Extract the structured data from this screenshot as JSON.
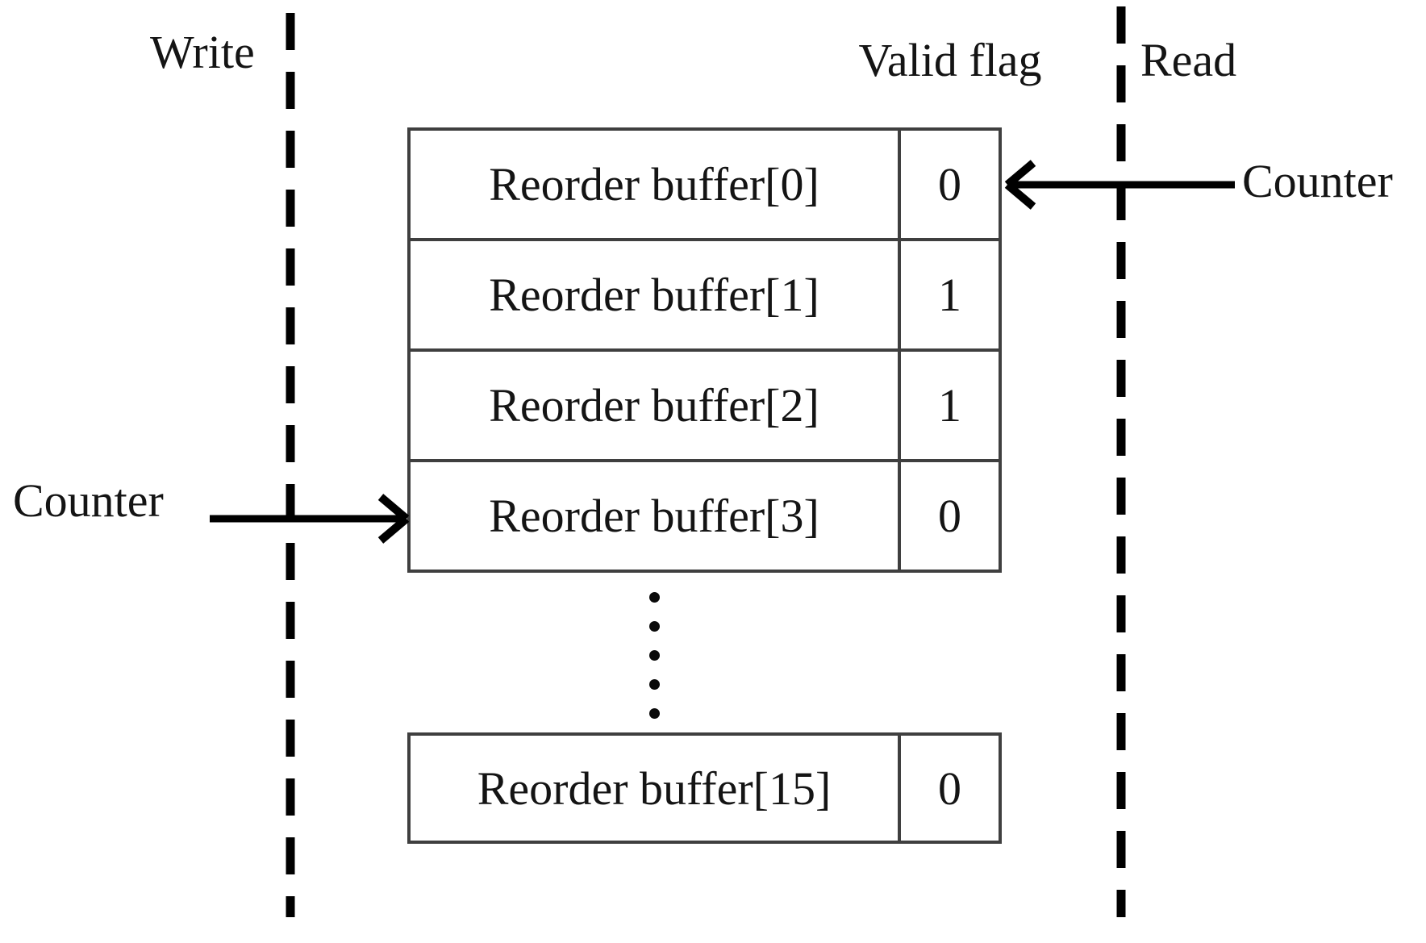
{
  "diagram": {
    "labels": {
      "write": "Write",
      "valid_flag": "Valid flag",
      "read": "Read",
      "counter_left": "Counter",
      "counter_right": "Counter"
    },
    "buffer_table": {
      "rows": [
        {
          "name": "Reorder buffer[0]",
          "valid": "0"
        },
        {
          "name": "Reorder buffer[1]",
          "valid": "1"
        },
        {
          "name": "Reorder buffer[2]",
          "valid": "1"
        },
        {
          "name": "Reorder buffer[3]",
          "valid": "0"
        }
      ],
      "last_row": {
        "name": "Reorder buffer[15]",
        "valid": "0"
      },
      "ellipsis_dot_count": 5
    },
    "colors": {
      "line": "#000000",
      "table_border": "#3f3f3f",
      "text": "#141414",
      "background": "#ffffff"
    }
  }
}
